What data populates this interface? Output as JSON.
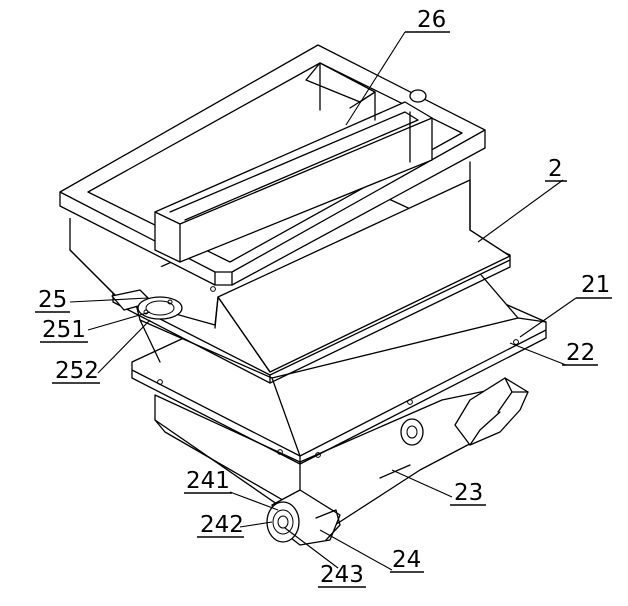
{
  "labels": {
    "l26": "26",
    "l2": "2",
    "l21": "21",
    "l22": "22",
    "l25": "25",
    "l251": "251",
    "l252": "252",
    "l23": "23",
    "l241": "241",
    "l242": "242",
    "l243": "243",
    "l24": "24"
  }
}
